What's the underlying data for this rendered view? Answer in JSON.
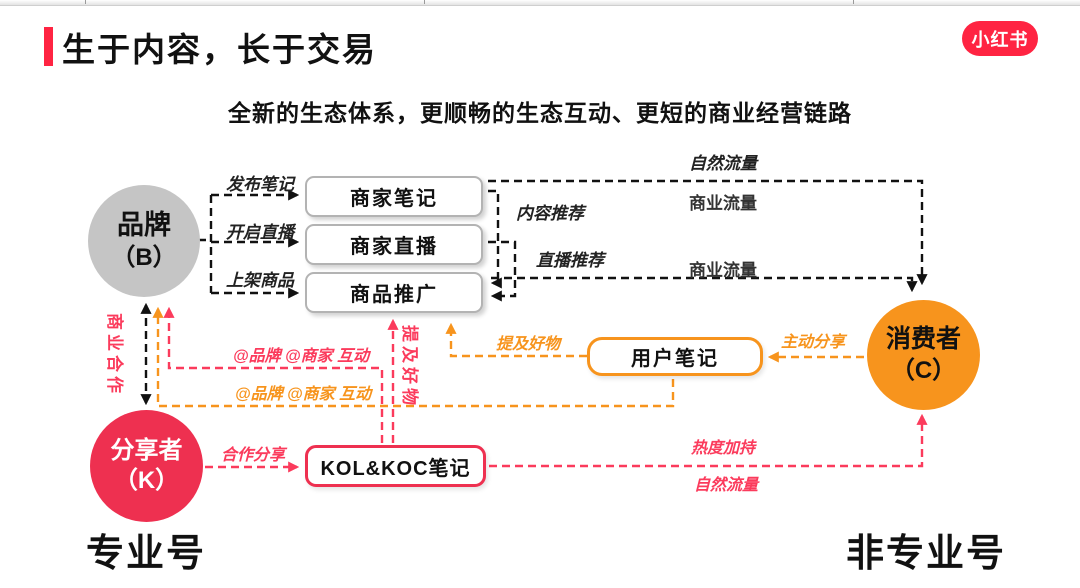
{
  "slide": {
    "title": "生于内容，长于交易",
    "subtitle": "全新的生态体系，更顺畅的生态互动、更短的商业经营链路",
    "logo": "小红书",
    "footer_left": "专业号",
    "footer_right": "非专业号"
  },
  "nodes": {
    "brand": {
      "line1": "品牌",
      "line2": "（B）"
    },
    "sharer": {
      "line1": "分享者",
      "line2": "（K）"
    },
    "consumer": {
      "line1": "消费者",
      "line2": "（C）"
    },
    "merchant_note": "商家笔记",
    "merchant_live": "商家直播",
    "product_promo": "商品推广",
    "user_note": "用户笔记",
    "kol_note": "KOL&KOC笔记"
  },
  "edge_labels": {
    "publish_note": "发布笔记",
    "start_live": "开启直播",
    "list_product": "上架商品",
    "content_rec": "内容推荐",
    "live_rec": "直播推荐",
    "organic_traffic_top": "自然流量",
    "commercial_traffic_1": "商业流量",
    "commercial_traffic_2": "商业流量",
    "business_coop": "商业合作",
    "mention_goods_red": "提及好物",
    "mention_goods_orange": "提及好物",
    "interact_red": "@品牌 @商家 互动",
    "interact_orange": "@品牌 @商家 互动",
    "coop_share": "合作分享",
    "active_share": "主动分享",
    "heat_boost": "热度加持",
    "organic_traffic_bottom": "自然流量"
  },
  "colors": {
    "brand_red": "#ff2442",
    "line_red": "#fb3b5c",
    "circle_red": "#ee3050",
    "orange": "#f7941d",
    "gray_circle": "#c5c5c5",
    "box_border_gray": "#b3b3b3",
    "line_black": "#111111"
  }
}
